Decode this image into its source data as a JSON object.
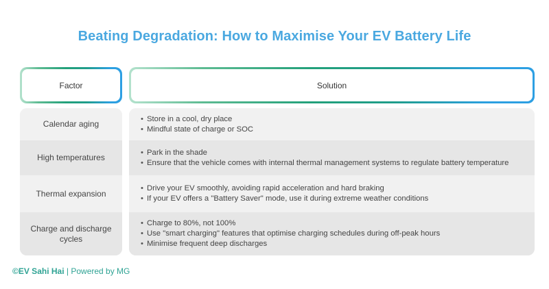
{
  "title": "Beating Degradation: How to Maximise Your EV Battery Life",
  "colors": {
    "title": "#4aa8e0",
    "footer": "#2fa394",
    "header_gradient": [
      "#b4e2cd",
      "#22a07a",
      "#2b9fe0"
    ],
    "row_light": "#f1f1f1",
    "row_dark": "#e6e6e6",
    "text": "#444444"
  },
  "table": {
    "headers": {
      "factor": "Factor",
      "solution": "Solution"
    },
    "rows": [
      {
        "factor": "Calendar aging",
        "solutions": [
          "Store in a cool, dry place",
          "Mindful state of charge or SOC"
        ]
      },
      {
        "factor": "High temperatures",
        "solutions": [
          "Park in the shade",
          "Ensure that the vehicle comes with internal thermal management systems to regulate battery temperature"
        ]
      },
      {
        "factor": "Thermal expansion",
        "solutions": [
          "Drive your EV smoothly, avoiding rapid acceleration and hard braking",
          "If your EV offers a \"Battery Saver\" mode, use it during extreme weather conditions"
        ]
      },
      {
        "factor": "Charge and discharge cycles",
        "solutions": [
          "Charge to 80%, not 100%",
          "Use \"smart charging\" features that optimise charging schedules during off-peak hours",
          "Minimise frequent deep discharges"
        ]
      }
    ]
  },
  "footer": {
    "brand": "©EV Sahi Hai",
    "separator": " | ",
    "powered_by": "Powered by MG"
  }
}
